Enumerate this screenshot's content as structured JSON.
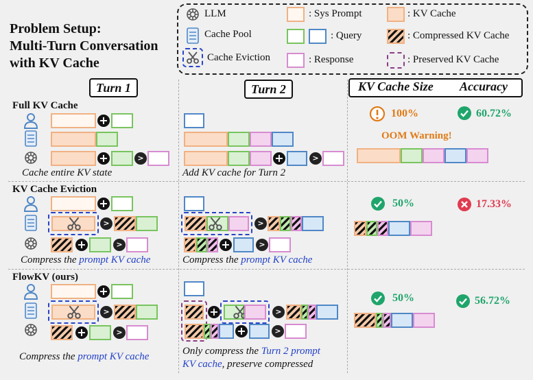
{
  "title": [
    "Problem Setup:",
    "Multi-Turn Conversation",
    "with KV Cache"
  ],
  "legend": {
    "llm": "LLM",
    "cache_pool": "Cache Pool",
    "cache_eviction": "Cache Eviction",
    "sys_prompt": ": Sys Prompt",
    "query": ": Query",
    "response": ": Response",
    "kv_cache": ": KV Cache",
    "compressed_kv": ": Compressed KV Cache",
    "preserved_kv": ": Preserved KV Cache"
  },
  "columns": {
    "turn1": "Turn 1",
    "turn2": "Turn 2",
    "kv_size": "KV Cache Size",
    "accuracy": "Accuracy"
  },
  "rows": {
    "full": {
      "title": "Full KV Cache",
      "caption1": "Cache entire KV state",
      "caption2": "Add KV cache for Turn 2",
      "kv_size": "100%",
      "accuracy": "60.72%",
      "warning": "OOM Warning!"
    },
    "eviction": {
      "title": "KV Cache Eviction",
      "caption1_pre": "Compress the ",
      "caption1_hl": "prompt KV cache",
      "caption2_pre": "Compress the ",
      "caption2_hl": "prompt KV cache",
      "kv_size": "50%",
      "accuracy": "17.33%"
    },
    "flowkv": {
      "title": "FlowKV (ours)",
      "caption1_pre": "Compress the ",
      "caption1_hl": "prompt KV cache",
      "caption2_pre": "Only compress the ",
      "caption2_hl_a": "Turn 2 prompt",
      "caption2_hl_b": "KV cache",
      "caption2_post": ", preserve compressed",
      "kv_size": "50%",
      "accuracy": "56.72%"
    }
  },
  "colors": {
    "sys_prompt_border": "#f0b183",
    "kv_cache_fill": "#fbdcc6",
    "query_green": "#78c45e",
    "query_blue": "#4f87c6",
    "response": "#d78bd0",
    "eviction_dash": "#2843c8",
    "preserved_dash": "#8a3c83",
    "ok": "#1fa56b",
    "bad": "#e03b50",
    "warn": "#e07b17",
    "highlight_text": "#2240c8"
  }
}
